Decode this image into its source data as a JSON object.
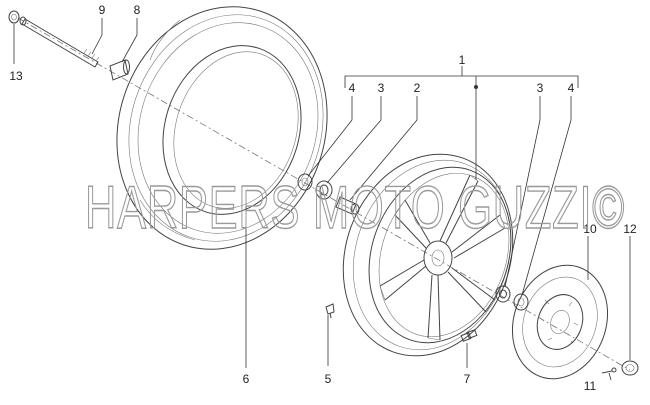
{
  "diagram": {
    "watermark": "HARPERS MOTO GUZZI©",
    "callouts": {
      "c1": "1",
      "c2": "2",
      "c3a": "3",
      "c3b": "3",
      "c4a": "4",
      "c4b": "4",
      "c5": "5",
      "c6": "6",
      "c7": "7",
      "c8": "8",
      "c9": "9",
      "c10": "10",
      "c11": "11",
      "c12": "12",
      "c13": "13"
    }
  }
}
